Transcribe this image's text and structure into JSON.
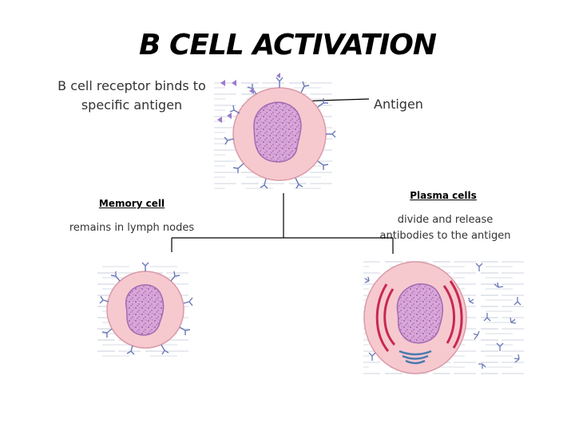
{
  "title": "B CELL ACTIVATION",
  "receptor_label": "B cell receptor binds to specific antigen",
  "antigen_label": "Antigen",
  "memory": {
    "heading": "Memory cell",
    "description": "remains in lymph nodes"
  },
  "plasma": {
    "heading": "Plasma cells",
    "description": "divide and release antibodies to the antigen"
  },
  "colors": {
    "cell_membrane": "#f6c9cf",
    "cell_outline": "#d99aa8",
    "nucleus": "#d8a6d8",
    "nucleus_outline": "#a46ab0",
    "receptor": "#6a78b8",
    "antigen": "#9b7bcc",
    "er": "#c82850",
    "golgi": "#4a7ab0"
  }
}
